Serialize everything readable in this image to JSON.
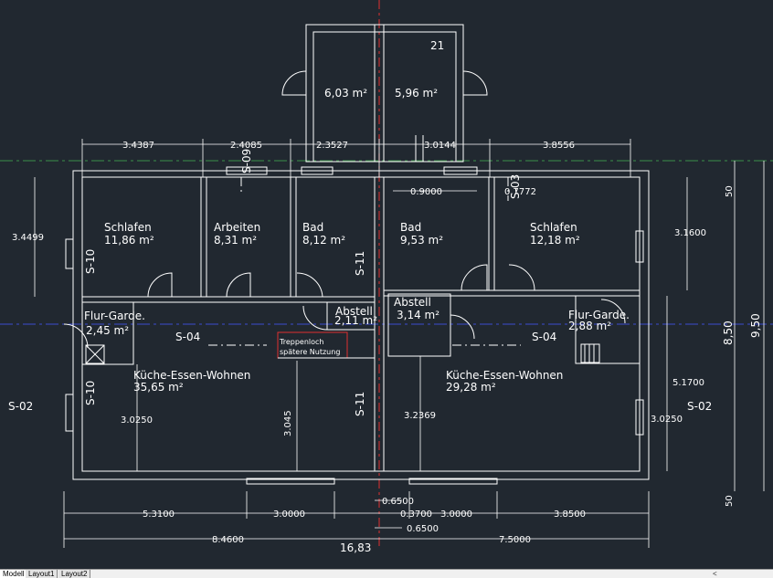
{
  "colors": {
    "background": "#212830",
    "lines": "#ffffff",
    "axis_green": "#3c8f4a",
    "axis_blue": "#3a4bd0",
    "axis_red": "#e03030",
    "highlight_box": "#e03030"
  },
  "rooms": {
    "top_left_area": "6,03 m²",
    "top_right_area": "5,96 m²",
    "top_right_dim": "21",
    "schlafen_left": "Schlafen",
    "schlafen_left_area": "11,86 m²",
    "arbeiten": "Arbeiten",
    "arbeiten_area": "8,31 m²",
    "bad_left": "Bad",
    "bad_left_area": "8,12 m²",
    "bad_right": "Bad",
    "bad_right_area": "9,53 m²",
    "schlafen_right": "Schlafen",
    "schlafen_right_area": "12,18 m²",
    "flur_left": "Flur-Garde.",
    "flur_left_area": "2,45 m²",
    "abstell_left": "Abstell",
    "abstell_left_area": "2,11 m²",
    "abstell_right": "Abstell",
    "abstell_right_area": "3,14 m²",
    "flur_right": "Flur-Garde.",
    "flur_right_area": "2,88 m²",
    "kueche_left": "Küche-Essen-Wohnen",
    "kueche_left_area": "35,65 m²",
    "kueche_right": "Küche-Essen-Wohnen",
    "kueche_right_area": "29,28 m²",
    "treppen_line1": "Treppenloch",
    "treppen_line2": "spätere Nutzung"
  },
  "sections": {
    "s09": "S-09",
    "s03": "S-03",
    "s10_top": "S-10",
    "s11_top": "S-11",
    "s04_left": "S-04",
    "s04_right": "S-04",
    "s10_bottom": "S-10",
    "s11_bottom": "S-11",
    "s02_left": "S-02",
    "s02_right": "S-02"
  },
  "dims": {
    "top": [
      "3.4387",
      "2.4085",
      "2.3527",
      "3.0144",
      "3.8556"
    ],
    "d_0900": "0.9000",
    "d_0772": "0.7772",
    "left_height": "3.4499",
    "right_3160": "3.1600",
    "right_5170": "5.1700",
    "right_3025": "3.0250",
    "inner_3025": "3.0250",
    "inner_3045": "3.045",
    "inner_3236": "3.2369",
    "bottom_row1": [
      "5.3100",
      "3.0000",
      "3.0000",
      "3.8500"
    ],
    "d_0650a": "0.6500",
    "d_0370": "0.3700",
    "d_0650b": "0.6500",
    "bottom_left": "8.4600",
    "bottom_right": "7.5000",
    "total": "16,83",
    "side_50_top": "50",
    "side_850": "8,50",
    "side_950": "9,50",
    "side_50_bottom": "50"
  },
  "layout_tabs": [
    "Modell",
    "Layout1",
    "Layout2"
  ],
  "scroll_arrow": "<"
}
